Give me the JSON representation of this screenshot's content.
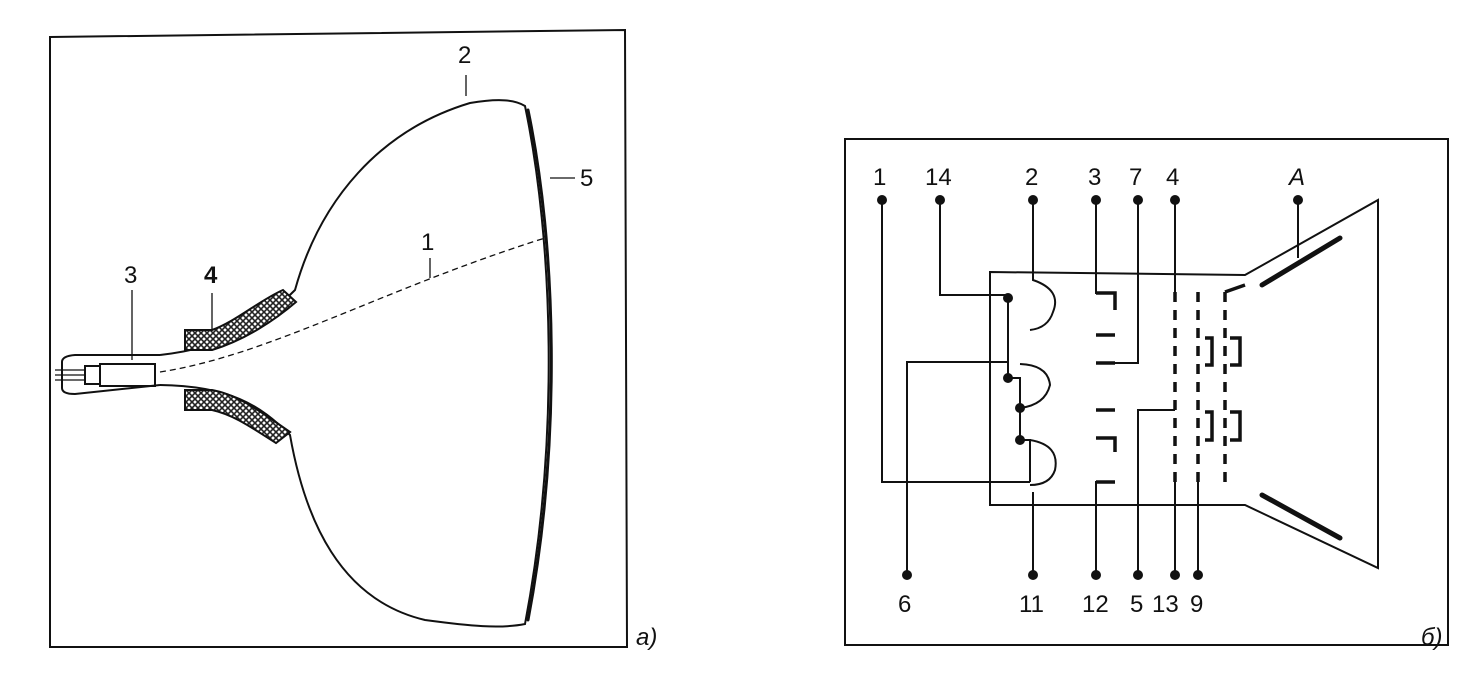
{
  "panel_a": {
    "caption": "а)",
    "labels": {
      "beam": "1",
      "bulb": "2",
      "gun": "3",
      "deflection_yoke": "4",
      "screen": "5"
    }
  },
  "panel_b": {
    "caption": "б)",
    "top_pins": [
      "1",
      "14",
      "2",
      "3",
      "7",
      "4",
      "A"
    ],
    "bottom_pins": [
      "6",
      "11",
      "12",
      "5",
      "13",
      "9"
    ]
  },
  "colors": {
    "ink": "#111111",
    "paper": "#ffffff",
    "hatch": "#222222"
  }
}
